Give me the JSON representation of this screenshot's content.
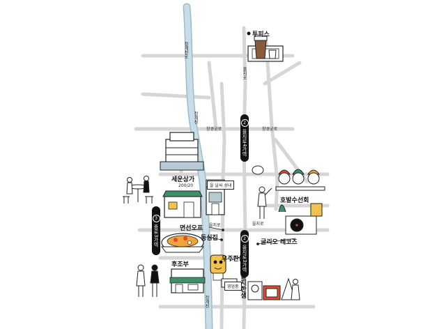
{
  "places": {
    "twosome": "투피스",
    "sewoon_sangga": "세운상가",
    "sewoon_sub": "200/20",
    "myeonseon": "면선오프",
    "dongsimjip": "동심집",
    "hojo": "후조부",
    "wooju": "우주한돌",
    "hobal": "호발수선회",
    "gulliver": "굴리오 레코즈",
    "eulji_market": "을지한샘",
    "sign1": "을 날씨 성내",
    "sign2": "영업중"
  },
  "streets": {
    "cheonggye_north": "청계천로",
    "cheonggye_west": "청계천",
    "jongno_left": "창경궁로",
    "jongno_right": "창경궁로",
    "eulji_left": "을지로",
    "eulji_mid": "을지로",
    "cheong_bottom": "청계천",
    "side_road": "을지로"
  },
  "stations": {
    "euljiro4ga": {
      "num": "2",
      "name": "을지로4가역"
    },
    "euljiro3ga": {
      "num": "2",
      "name": "을지로3가역"
    },
    "chungmuro": {
      "num": "3",
      "name": "종로3가역"
    }
  },
  "colors": {
    "stream": "#c8dde6",
    "stream_edge": "#9dbccb",
    "road": "#d6d6d6",
    "accent_red": "#e04a2a",
    "accent_orange": "#f0a53a",
    "accent_green": "#3f8f6a",
    "accent_yellow": "#f2c14e"
  }
}
